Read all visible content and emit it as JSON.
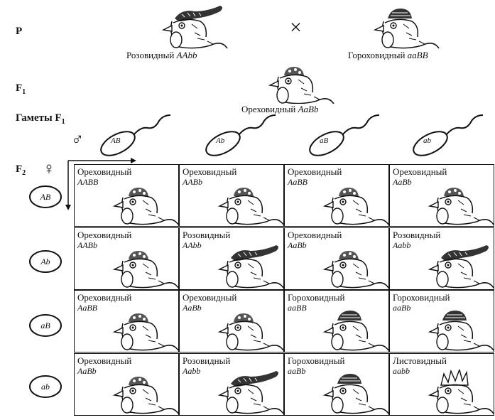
{
  "labels": {
    "p": "P",
    "cross": "×",
    "f1_main": "F",
    "f1_sub": "1",
    "gametes_main": "Гаметы F",
    "gametes_sub": "1",
    "male_symbol": "♂",
    "f2_main": "F",
    "f2_sub": "2",
    "female_symbol": "♀"
  },
  "parents": [
    {
      "phenotype": "Розовидный",
      "genotype": "AAbb",
      "comb": "rose"
    },
    {
      "phenotype": "Гороховидный",
      "genotype": "aaBB",
      "comb": "pea"
    }
  ],
  "f1": {
    "phenotype": "Ореховидный",
    "genotype": "AaBb",
    "comb": "walnut"
  },
  "male_gametes": [
    "AB",
    "Ab",
    "aB",
    "ab"
  ],
  "female_gametes": [
    "AB",
    "Ab",
    "aB",
    "ab"
  ],
  "grid": [
    [
      {
        "phenotype": "Ореховидный",
        "genotype": "AABB",
        "comb": "walnut"
      },
      {
        "phenotype": "Ореховидный",
        "genotype": "AABb",
        "comb": "walnut"
      },
      {
        "phenotype": "Ореховидный",
        "genotype": "AaBB",
        "comb": "walnut"
      },
      {
        "phenotype": "Ореховидный",
        "genotype": "AaBb",
        "comb": "walnut"
      }
    ],
    [
      {
        "phenotype": "Ореховидный",
        "genotype": "AABb",
        "comb": "walnut"
      },
      {
        "phenotype": "Розовидный",
        "genotype": "AAbb",
        "comb": "rose"
      },
      {
        "phenotype": "Ореховидный",
        "genotype": "AaBb",
        "comb": "walnut"
      },
      {
        "phenotype": "Розовидный",
        "genotype": "Aabb",
        "comb": "rose"
      }
    ],
    [
      {
        "phenotype": "Ореховидный",
        "genotype": "AaBB",
        "comb": "walnut"
      },
      {
        "phenotype": "Ореховидный",
        "genotype": "AaBb",
        "comb": "walnut"
      },
      {
        "phenotype": "Гороховидный",
        "genotype": "aaBB",
        "comb": "pea"
      },
      {
        "phenotype": "Гороховидный",
        "genotype": "aaBb",
        "comb": "pea"
      }
    ],
    [
      {
        "phenotype": "Ореховидный",
        "genotype": "AaBb",
        "comb": "walnut"
      },
      {
        "phenotype": "Розовидный",
        "genotype": "Aabb",
        "comb": "rose"
      },
      {
        "phenotype": "Гороховидный",
        "genotype": "aaBb",
        "comb": "pea"
      },
      {
        "phenotype": "Листовидный",
        "genotype": "aabb",
        "comb": "single"
      }
    ]
  ]
}
